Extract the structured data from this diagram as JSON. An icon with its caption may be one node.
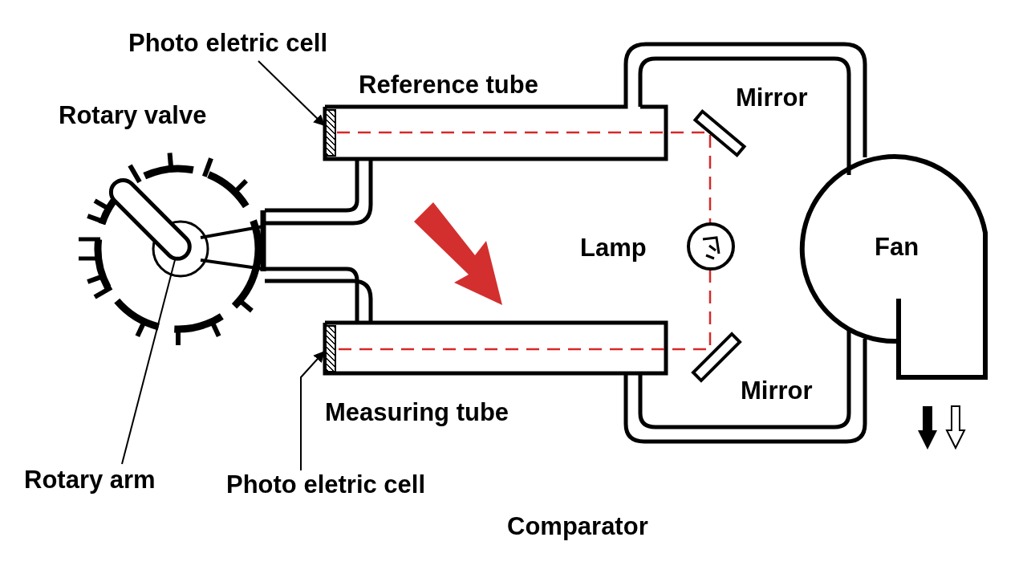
{
  "diagram": {
    "nodes": [
      {
        "text": [
          "Photo eletric cell"
        ]
      },
      {
        "text": [],
        "shape": "box"
      },
      {
        "text": [
          "Fan"
        ]
      },
      {
        "text": [
          "Rotary arm"
        ]
      },
      {
        "text": [],
        "shape": "bar"
      },
      {
        "text": [
          "Photo eletric cell"
        ]
      },
      {
        "text": [],
        "shape": "box"
      }
    ],
    "edges": [
      {
        "from": 0,
        "to": 1,
        "arrow": "to"
      },
      {
        "from": 3,
        "to": 4,
        "arrow": "none"
      },
      {
        "from": 5,
        "to": 6,
        "arrow": "to"
      }
    ],
    "labels": [
      "Reference tube",
      "Mirror",
      "Rotary valve",
      "Lamp",
      "Mirror",
      "Measuring tube",
      "Comparator"
    ]
  }
}
